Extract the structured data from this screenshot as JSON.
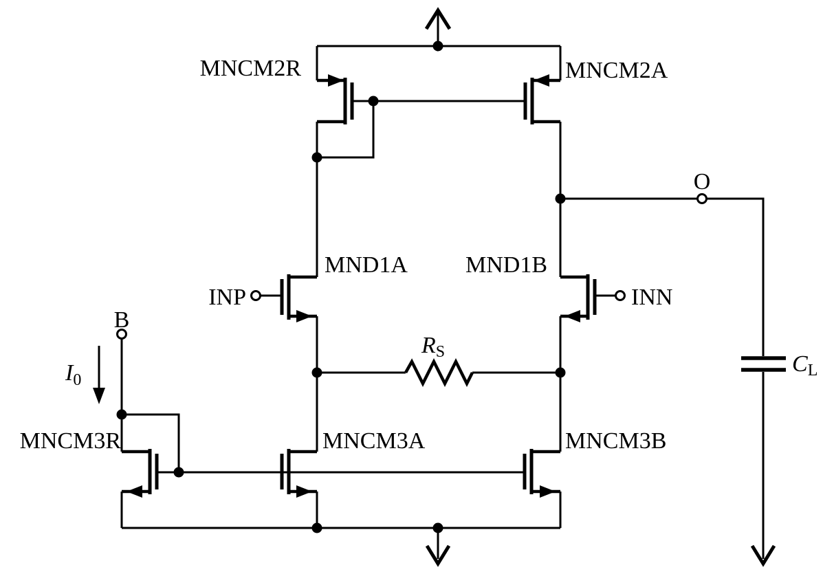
{
  "colors": {
    "ink": "#000000",
    "background": "#ffffff"
  },
  "schematic": {
    "transistors": {
      "mncm2r": "MNCM2R",
      "mncm2a": "MNCM2A",
      "mnd1a": "MND1A",
      "mnd1b": "MND1B",
      "mncm3r": "MNCM3R",
      "mncm3a": "MNCM3A",
      "mncm3b": "MNCM3B"
    },
    "terminals": {
      "inp": "INP",
      "inn": "INN",
      "b": "B",
      "o": "O"
    },
    "components": {
      "rs": {
        "main": "R",
        "sub": "S"
      },
      "cl": {
        "main": "C",
        "sub": "L"
      }
    },
    "currents": {
      "i0": {
        "main": "I",
        "sub": "0"
      }
    }
  }
}
